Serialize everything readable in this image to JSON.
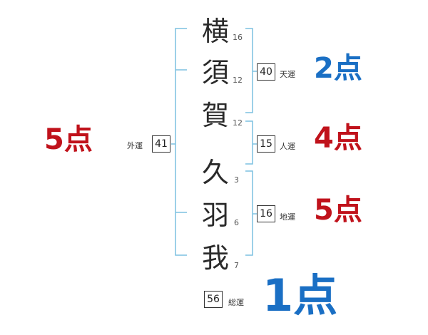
{
  "characters": [
    {
      "char": "横",
      "strokes": "16"
    },
    {
      "char": "須",
      "strokes": "12"
    },
    {
      "char": "賀",
      "strokes": "12"
    },
    {
      "char": "久",
      "strokes": "3"
    },
    {
      "char": "羽",
      "strokes": "6"
    },
    {
      "char": "我",
      "strokes": "7"
    }
  ],
  "fortunes": {
    "gaiun": {
      "label": "外運",
      "value": "41",
      "score": "5点"
    },
    "tenun": {
      "label": "天運",
      "value": "40",
      "score": "2点"
    },
    "jinun": {
      "label": "人運",
      "value": "15",
      "score": "4点"
    },
    "chiun": {
      "label": "地運",
      "value": "16",
      "score": "5点"
    },
    "souun": {
      "label": "総運",
      "value": "56",
      "score": "1点"
    }
  },
  "colors": {
    "line": "#7cc0e0",
    "red": "#c0121b",
    "blue": "#1a6fc4"
  }
}
